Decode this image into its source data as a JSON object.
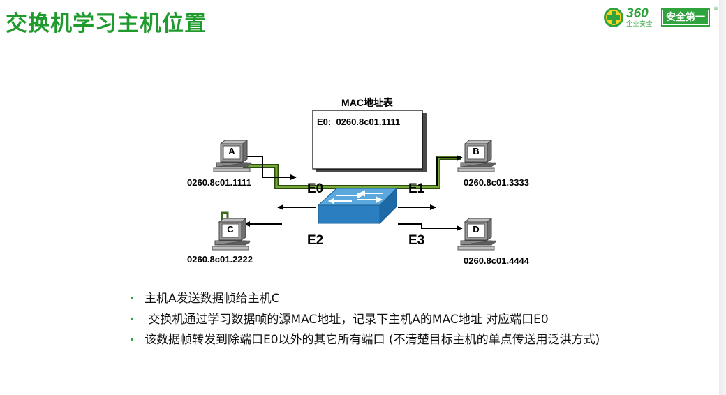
{
  "slide": {
    "title": "交换机学习主机位置"
  },
  "logo": {
    "number": "360",
    "subtitle": "企业安全",
    "slogan": "安全第一",
    "registered": "®",
    "brand_color": "#2fa33c"
  },
  "diagram": {
    "mac_table": {
      "title": "MAC地址表",
      "entries": [
        "E0:  0260.8c01.1111"
      ]
    },
    "hosts": [
      {
        "label": "A",
        "mac": "0260.8c01.1111"
      },
      {
        "label": "B",
        "mac": "0260.8c01.3333"
      },
      {
        "label": "C",
        "mac": "0260.8c01.2222"
      },
      {
        "label": "D",
        "mac": "0260.8c01.4444"
      }
    ],
    "ports": [
      "E0",
      "E1",
      "E2",
      "E3"
    ],
    "colors": {
      "link": "#3d6b1f",
      "switch_top": "#5aa8dd",
      "switch_side": "#2b7fc0",
      "arrows": "#000000"
    }
  },
  "bullets": [
    "主机A发送数据帧给主机C",
    " 交换机通过学习数据帧的源MAC地址，记录下主机A的MAC地址 对应端口E0",
    "该数据帧转发到除端口E0以外的其它所有端口 (不清楚目标主机的单点传送用泛洪方式)"
  ]
}
